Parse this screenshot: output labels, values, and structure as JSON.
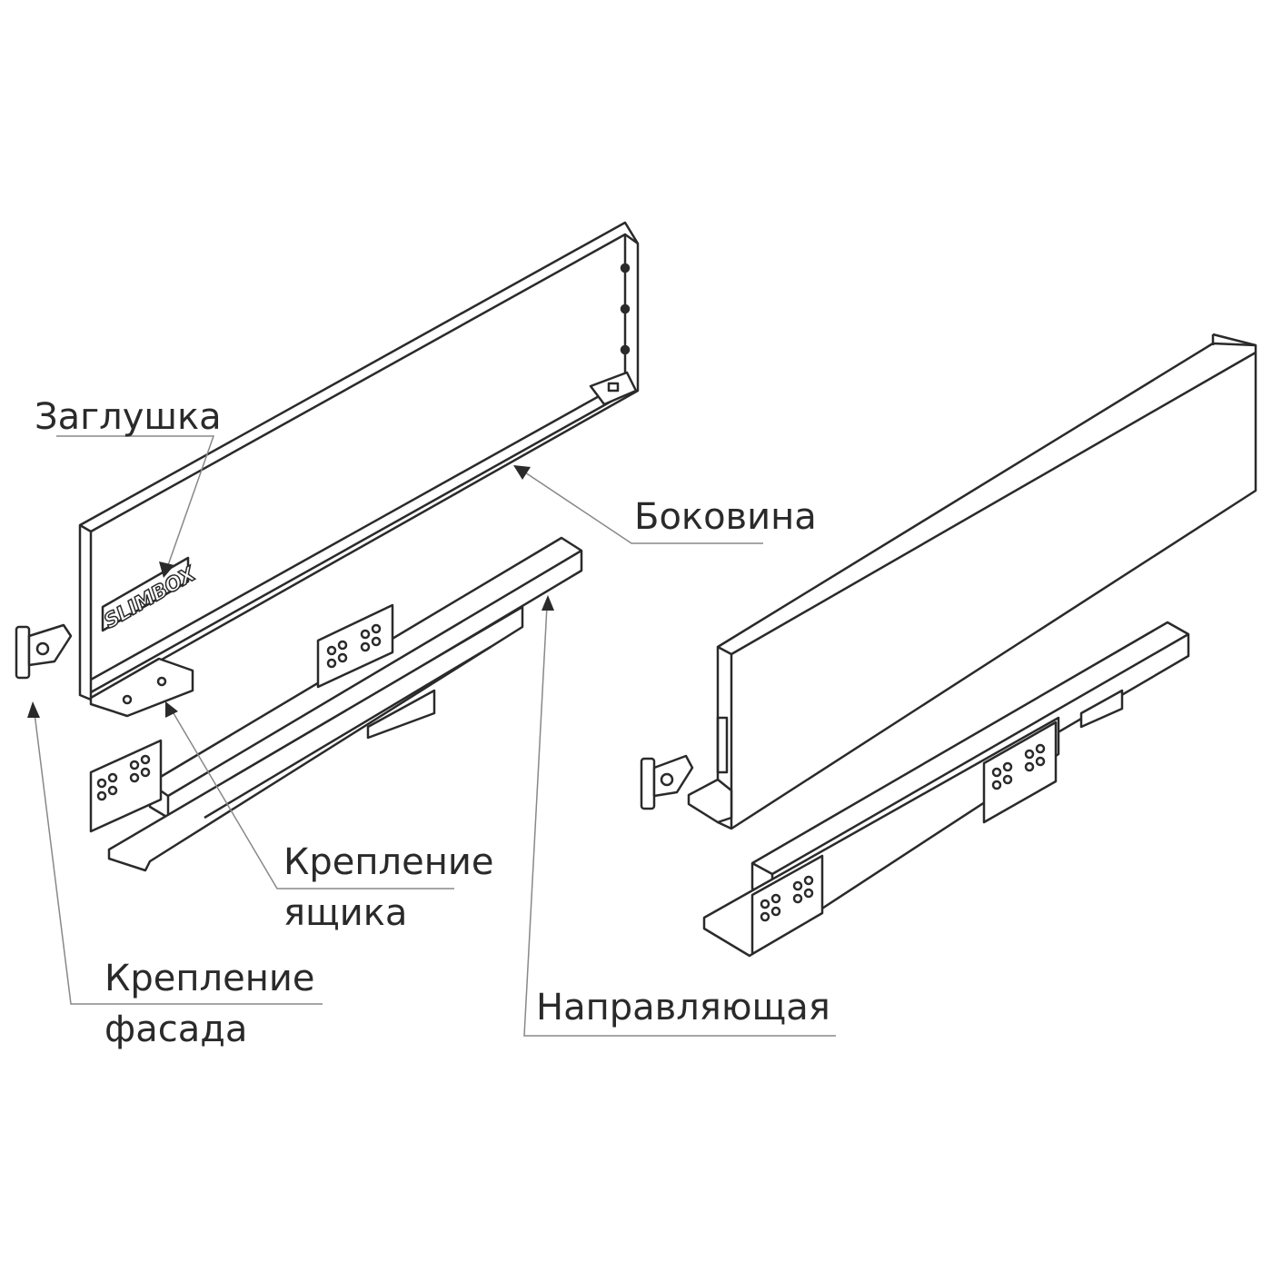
{
  "labels": {
    "plug": "Заглушка",
    "side_panel": "Боковина",
    "drawer_mount_line1": "Крепление",
    "drawer_mount_line2": "ящика",
    "facade_mount_line1": "Крепление",
    "facade_mount_line2": "фасада",
    "guide_rail": "Направляющая"
  },
  "logo_text": "SLIMBOX",
  "colors": {
    "line": "#2a2a2a",
    "leader": "#888888",
    "background": "#ffffff"
  }
}
